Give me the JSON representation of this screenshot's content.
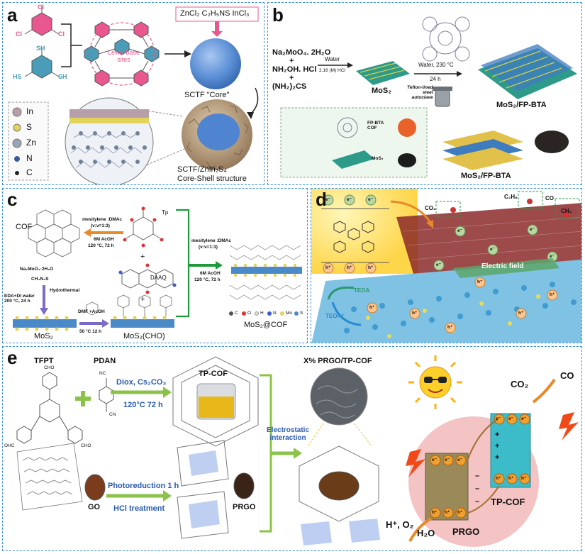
{
  "panels": {
    "a": {
      "letter": "a",
      "reagents": "ZnCl₂  C₂H₅NS  InCl₃",
      "lewis": "Lewis base\nsites",
      "core": "SCTF \"Core\"",
      "coreshell_line1": "SCTF/ZnIn₂S₄",
      "coreshell_line2": "Core-Shell structure",
      "atom_cl": "Cl",
      "atom_s": "S",
      "atom_sh": "SH",
      "atom_hs": "HS",
      "atom_n": "N",
      "legend": [
        "In",
        "S",
        "Zn",
        "N",
        "C"
      ],
      "colors": {
        "pink": "#e8578d",
        "teal": "#4a9cb8",
        "sphere": "#5b8fd6",
        "shell": "#c9a986"
      }
    },
    "b": {
      "letter": "b",
      "r1": "Na₂MoO₄. 2H₂O",
      "plus": "+",
      "r2": "NH₂OH. HCl",
      "r3": "(NH₂)₂CS",
      "water": "Water",
      "hcl": "2.16 (M) HCl",
      "mos2": "MoS₂",
      "cond1": "Water, 230 °C",
      "cond2": "24 h",
      "auto": "Teflon-lined\nsteel\nautoclave",
      "product": "MoS₂/FP-BTA",
      "inset_cof": "FP-BTA\nCOF",
      "inset_mos2": "MoS₂",
      "product2": "MoS₂/FP-BTA"
    },
    "c": {
      "letter": "c",
      "cof": "COF",
      "solvent": "mesitylene :DMAc",
      "ratio": "(v:v=1:3)",
      "acid": "6M AcOH",
      "cond": "120 °C, 72 h",
      "tp": "Tp",
      "plus": "+",
      "daaq": "DAAQ",
      "r1": "Na₂MoO₄·2H₂O",
      "r2": "CH₄N₂S",
      "hydro": "Hydrothermal",
      "eda": "EDA+DI water\n200 °C, 24 h",
      "dmf": "DMF +AcOH",
      "dmfcond": "50 °C 12 h",
      "mos2": "MoS₂",
      "mos2cho": "MoS₂(CHO)",
      "legend": [
        "C",
        "O",
        "H",
        "N",
        "Mo",
        "S"
      ],
      "product": "MoS₂@COF"
    },
    "d": {
      "letter": "d",
      "co2": "CO₂",
      "c2h6": "C₂H₆",
      "co": "CO",
      "ch4": "CH₄",
      "e": "e⁻",
      "h": "h⁺",
      "efield": "Electric field",
      "teoa": "TEOA",
      "teoap": "TEOA⁺"
    },
    "e": {
      "letter": "e",
      "tfpt": "TFPT",
      "pdan": "PDAN",
      "cho": "CHO",
      "ohc": "OHC",
      "nc": "NC",
      "cn": "CN",
      "diox": "Diox, Cs₂CO₃",
      "temp": "120°C 72 h",
      "tpcof": "TP-COF",
      "xprgo": "X% PRGO/TP-COF",
      "electro": "Electrostatic\ninteraction",
      "photo": "Photoreduction 1 h",
      "hcltreat": "HCl treatment",
      "go": "GO",
      "prgo": "PRGO",
      "hplus": "H⁺, O₂",
      "co2": "CO₂",
      "co": "CO",
      "h2o": "H₂O",
      "prgo2": "PRGO",
      "tpcof2": "TP-COF",
      "e": "e⁻",
      "h": "h⁺",
      "plusSign": "+",
      "minusSign": "–",
      "sunface": "sun-with-glasses-icon"
    }
  }
}
